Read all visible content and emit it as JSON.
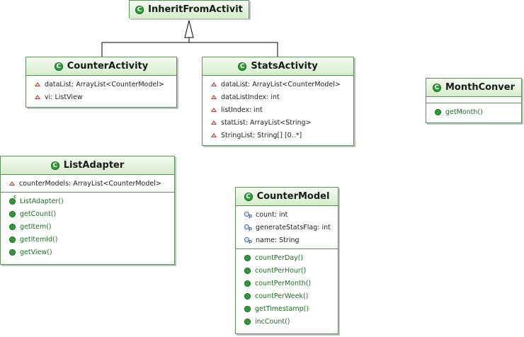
{
  "classes": {
    "inherit": {
      "name": "InheritFromActivit"
    },
    "counter_activity": {
      "name": "CounterActivity",
      "attributes": [
        "dataList: ArrayList<CounterModel>",
        "vi: ListView"
      ]
    },
    "stats_activity": {
      "name": "StatsActivity",
      "attributes": [
        "dataList: ArrayList<CounterModel>",
        "dataListIndex: int",
        "listIndex: int",
        "statList: ArrayList<String>",
        "StringList: String[] [0..*]"
      ]
    },
    "month_conver": {
      "name": "MonthConver",
      "methods": [
        "getMonth()"
      ]
    },
    "list_adapter": {
      "name": "ListAdapter",
      "attributes": [
        "counterModels: ArrayList<CounterModel>"
      ],
      "methods": [
        "ListAdapter()",
        "getCount()",
        "getItem()",
        "getItemId()",
        "getView()"
      ]
    },
    "counter_model": {
      "name": "CounterModel",
      "attributes": [
        "count: int",
        "generateStatsFlag: int",
        "name: String"
      ],
      "methods": [
        "countPerDay()",
        "countPerHour()",
        "countPerMonth()",
        "countPerWeek()",
        "getTimestamp()",
        "incCount()"
      ]
    }
  },
  "icons": {
    "class_icon": "class-icon",
    "class_letter": "C"
  }
}
